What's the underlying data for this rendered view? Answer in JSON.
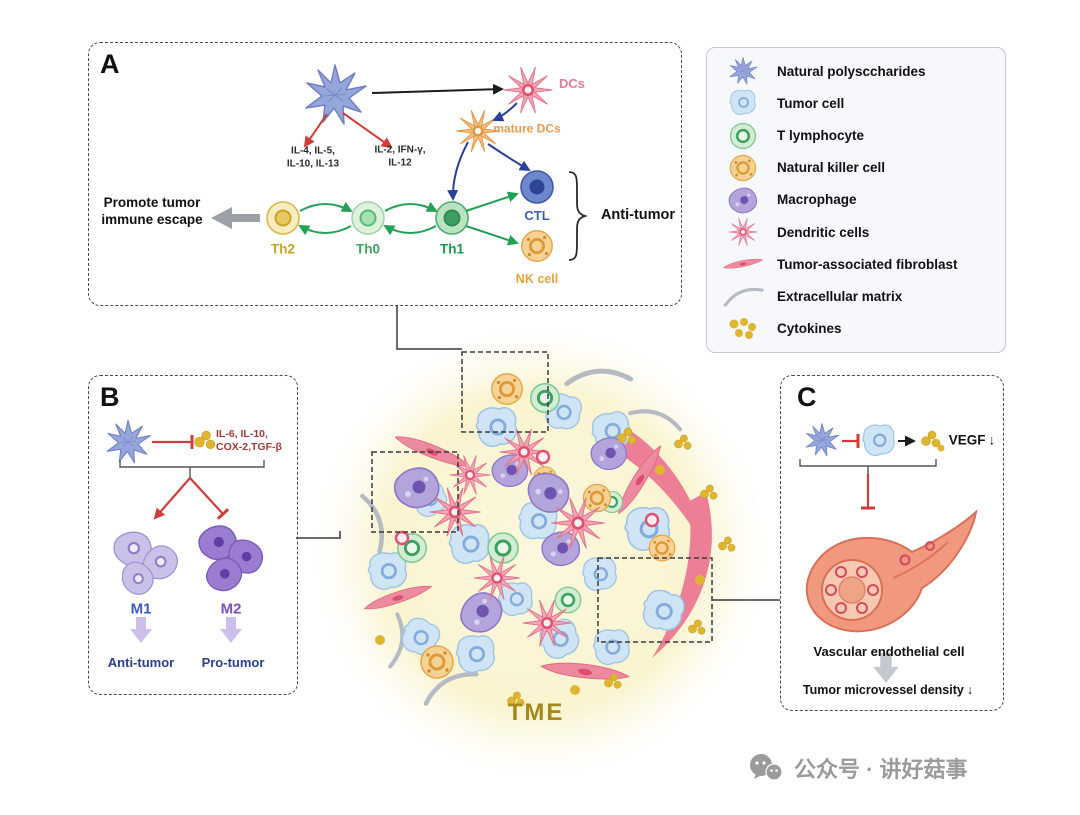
{
  "figure": {
    "panel_a": {
      "label": "A",
      "dcs": "DCs",
      "mature_dcs": "mature DCs",
      "th2_cytokines": "IL-4, IL-5,\nIL-10, IL-13",
      "th1_cytokines": "IL-2, IFN-γ,\nIL-12",
      "promote": "Promote tumor\nimmune escape",
      "th2": "Th2",
      "th0": "Th0",
      "th1": "Th1",
      "ctl": "CTL",
      "nk_cell": "NK cell",
      "anti_tumor": "Anti-tumor"
    },
    "panel_b": {
      "label": "B",
      "cytokines": "IL-6, IL-10,\nCOX-2,TGF-β",
      "m1": "M1",
      "m2": "M2",
      "m1_effect": "Anti-tumor",
      "m2_effect": "Pro-tumor"
    },
    "panel_c": {
      "label": "C",
      "vegf": "VEGF",
      "vegf_arrow": "↓",
      "vessel": "Vascular endothelial cell",
      "density": "Tumor microvessel density",
      "density_arrow": "↓"
    },
    "center": {
      "label": "TME"
    },
    "legend": {
      "items": [
        "Natural polysccharides",
        "Tumor cell",
        "T lymphocyte",
        "Natural killer cell",
        "Macrophage",
        "Dendritic cells",
        "Tumor-associated fibroblast",
        "Extracellular matrix",
        "Cytokines"
      ]
    },
    "watermark": "公众号 · 讲好菇事"
  },
  "colors": {
    "polysaccharide": "#96a6da",
    "tumor_cell": "#cfe5f5",
    "t_cell_ring": "#3da05f",
    "nk_cell": "#f6d394",
    "macrophage": "#b4a4dc",
    "dendritic": "#f2a6b8",
    "fibroblast": "#ee8a9d",
    "cytokine": "#e0b631",
    "inhibit_red": "#d23b3b",
    "tme_label": "#a3891c"
  }
}
